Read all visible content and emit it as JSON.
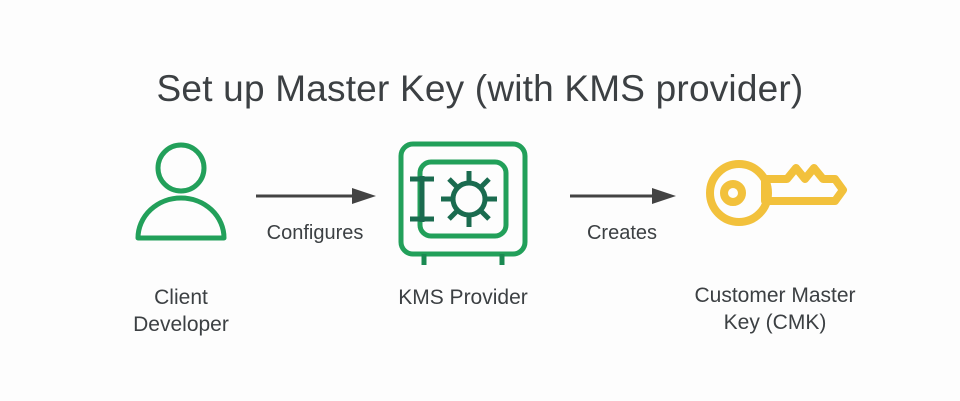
{
  "diagram": {
    "title": "Set up Master Key (with KMS provider)",
    "background_color": "#fdfdfd",
    "text_color": "#3c4043",
    "colors": {
      "green": "#22a05a",
      "dark_green": "#1a6b4f",
      "yellow": "#f2c13c",
      "arrow": "#434343"
    },
    "nodes": [
      {
        "id": "client-developer",
        "icon": "person-icon",
        "icon_color": "#22a05a",
        "caption_line1": "Client",
        "caption_line2": "Developer"
      },
      {
        "id": "kms-provider",
        "icon": "safe-icon",
        "icon_color": "#22a05a",
        "caption_line1": "KMS Provider",
        "caption_line2": ""
      },
      {
        "id": "customer-master-key",
        "icon": "key-icon",
        "icon_color": "#f2c13c",
        "caption_line1": "Customer Master",
        "caption_line2": "Key (CMK)"
      }
    ],
    "edges": [
      {
        "id": "configures",
        "label": "Configures",
        "icon": "arrow-right-icon",
        "from": "client-developer",
        "to": "kms-provider"
      },
      {
        "id": "creates",
        "label": "Creates",
        "icon": "arrow-right-icon",
        "from": "kms-provider",
        "to": "customer-master-key"
      }
    ]
  }
}
